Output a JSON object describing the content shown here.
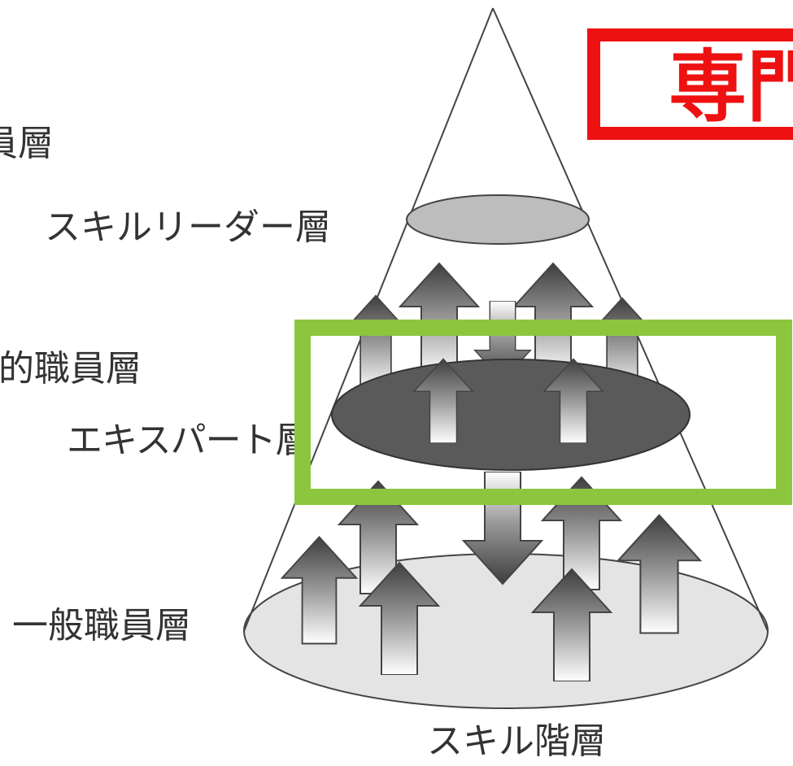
{
  "labels": {
    "cut_top": "員層",
    "skill_leader": "スキルリーダー層",
    "cut_mid": "的職員層",
    "expert": "エキスパート層",
    "general_staff": "一般職員層",
    "skill_hierarchy": "スキル階層"
  },
  "highlight_text": "専門",
  "colors": {
    "red_box": "#ee1111",
    "green_box": "#8cc63f",
    "top_ellipse": "#bdbdbd",
    "middle_ellipse": "#5a5a5a",
    "bottom_ellipse": "#e4e4e4"
  }
}
